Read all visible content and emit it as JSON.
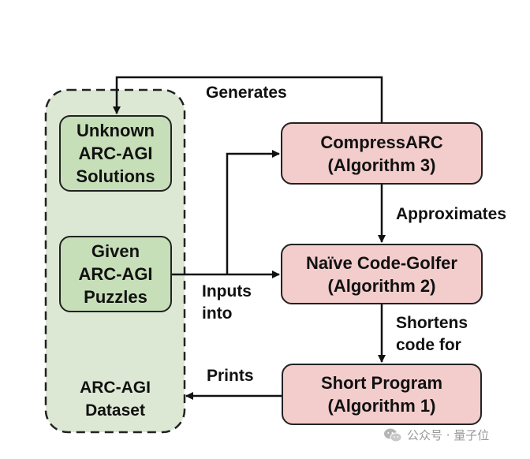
{
  "dataset": {
    "name_line1": "ARC-AGI",
    "name_line2": "Dataset",
    "unknown": {
      "line1": "Unknown",
      "line2": "ARC-AGI",
      "line3": "Solutions"
    },
    "given": {
      "line1": "Given",
      "line2": "ARC-AGI",
      "line3": "Puzzles"
    }
  },
  "algorithms": {
    "compress": {
      "name": "CompressARC",
      "sub": "(Algorithm 3)"
    },
    "golfer": {
      "name": "Naïve Code-Golfer",
      "sub": "(Algorithm 2)"
    },
    "short": {
      "name": "Short Program",
      "sub": "(Algorithm 1)"
    }
  },
  "edges": {
    "generates": "Generates",
    "approximates": "Approximates",
    "shortens_line1": "Shortens",
    "shortens_line2": "code for",
    "inputs_line1": "Inputs",
    "inputs_line2": "into",
    "prints": "Prints"
  },
  "watermark": {
    "text": "公众号 · 量子位",
    "icon": "wechat-icon"
  },
  "colors": {
    "dataset_fill": "#dde8d4",
    "green_box": "#c7dfb8",
    "pink_box": "#f3cccc",
    "line": "#111111"
  }
}
